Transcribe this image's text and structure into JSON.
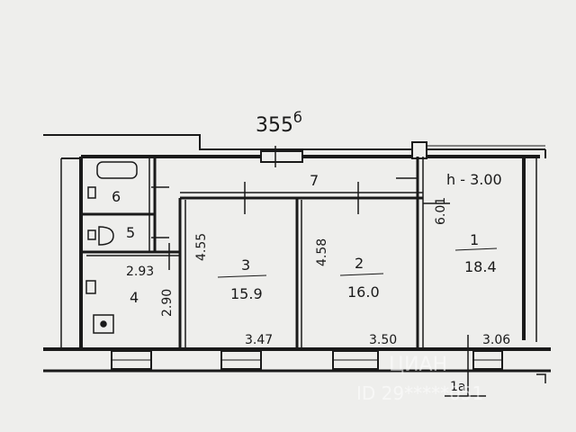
{
  "plan": {
    "building_number": "355",
    "building_suffix": "б",
    "ceiling_height": "h - 3.00",
    "rooms": {
      "r1": {
        "number": "1",
        "area": "18.4"
      },
      "r2": {
        "number": "2",
        "area": "16.0"
      },
      "r3": {
        "number": "3",
        "area": "15.9"
      },
      "r4": {
        "number": "4"
      },
      "r5": {
        "number": "5"
      },
      "r6": {
        "number": "6"
      },
      "r7": {
        "number": "7"
      }
    },
    "dimensions": {
      "room1_depth": "6.01",
      "room2_depth": "4.58",
      "room3_depth": "4.55",
      "room4_width": "2.93",
      "room4_depth": "2.90",
      "room3_width": "3.47",
      "room2_width": "3.50",
      "room1_width": "3.06"
    },
    "balcony_label": "1а",
    "watermark": "ID 29*****051",
    "watermark_brand": "ЦИАН"
  },
  "colors": {
    "paper": "#eeeeec",
    "ink": "#1a1a1a"
  }
}
